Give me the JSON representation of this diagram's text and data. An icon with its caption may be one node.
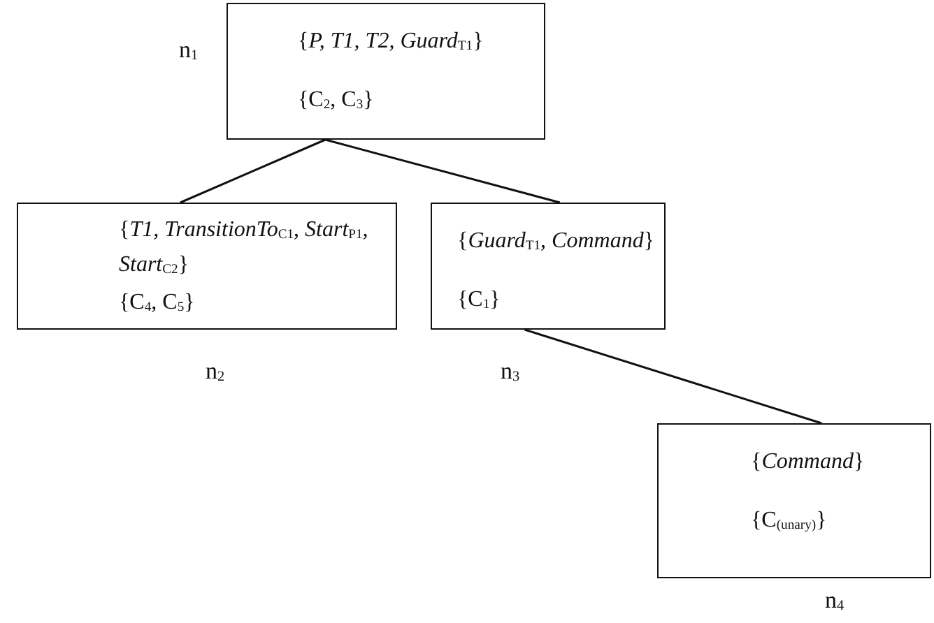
{
  "diagram": {
    "nodes": [
      {
        "text": [
          "{*P, T1, T2, Guard*$_{T1}$}",
          "{C$_{2}$, C$_{3}$}"
        ],
        "beside": [
          "n$_{1}$"
        ]
      },
      {
        "text": [
          "{*T1, TransitionTo*$_{C1}$, *Start*$_{P1}$, *Start*$_{C2}$}",
          "{C$_{4}$, C$_{5}$}"
        ],
        "beside": [
          "n$_{2}$"
        ]
      },
      {
        "text": [
          "{*Guard*$_{T1}$, *Command*}",
          "{C$_{1}$}"
        ],
        "beside": [
          "n$_{3}$"
        ]
      },
      {
        "text": [
          "{*Command*}",
          "{C$_{(unary)}$}"
        ],
        "beside": [
          "n$_{4}$"
        ]
      }
    ],
    "edges": [
      {
        "from": 0,
        "to": 1,
        "arrow": "none"
      },
      {
        "from": 0,
        "to": 2,
        "arrow": "none"
      },
      {
        "from": 2,
        "to": 3,
        "arrow": "none"
      }
    ]
  }
}
